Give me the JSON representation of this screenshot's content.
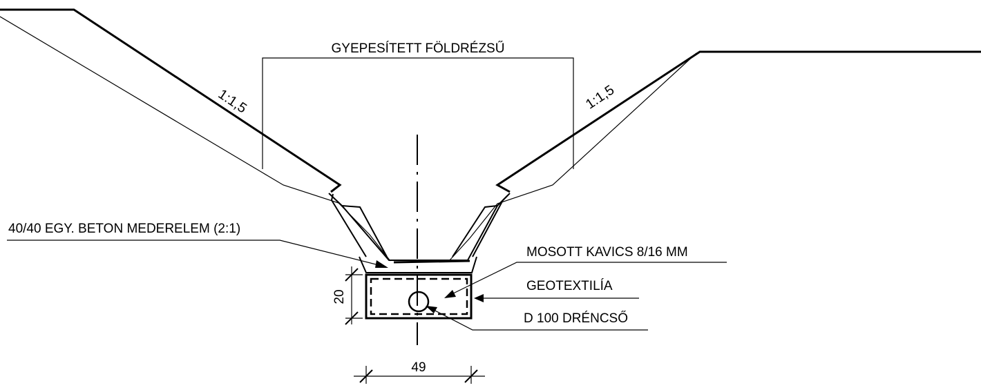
{
  "labels": {
    "grass_strip": "GYEPESÍTETT FÖLDRÉZSŰ",
    "slope_left": "1:1,5",
    "slope_right": "1:1,5",
    "channel_element": "40/40 EGY. BETON MEDERELEM (2:1)",
    "gravel": "MOSOTT KAVICS 8/16 MM",
    "geotextile": "GEOTEXTILÍA",
    "drain_pipe": "D 100 DRÉNCSŐ"
  },
  "dimensions": {
    "height": "20",
    "width": "49"
  }
}
